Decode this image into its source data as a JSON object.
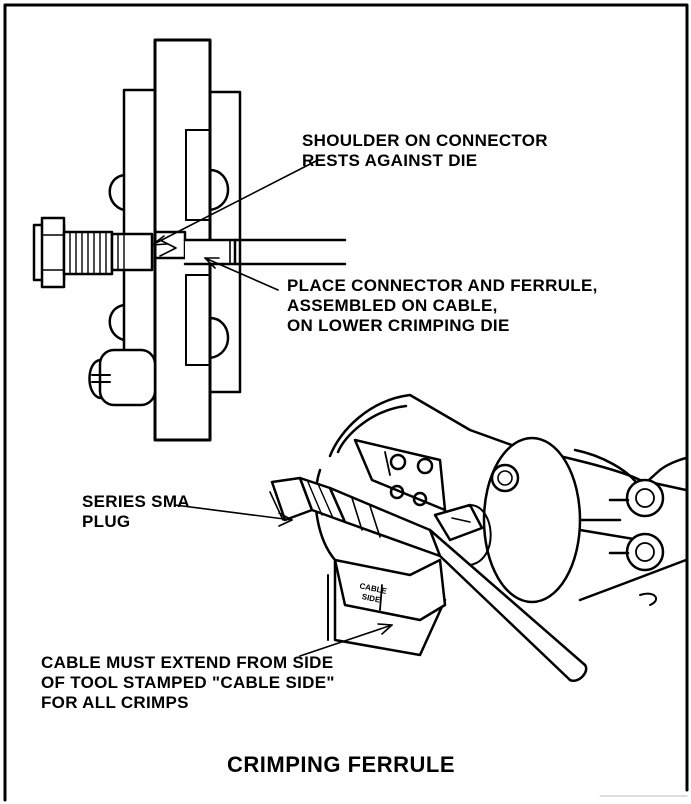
{
  "figure": {
    "title": "CRIMPING FERRULE",
    "callouts": {
      "shoulder": [
        "SHOULDER ON CONNECTOR",
        "RESTS AGAINST DIE"
      ],
      "place": [
        "PLACE CONNECTOR AND FERRULE,",
        "ASSEMBLED ON CABLE,",
        "ON LOWER CRIMPING DIE"
      ],
      "plug": [
        "SERIES SMA",
        "PLUG"
      ],
      "cable": [
        "CABLE MUST EXTEND FROM SIDE",
        "OF TOOL STAMPED \"CABLE SIDE\"",
        "FOR ALL CRIMPS"
      ]
    },
    "stamp_text": "CABLE SIDE"
  }
}
